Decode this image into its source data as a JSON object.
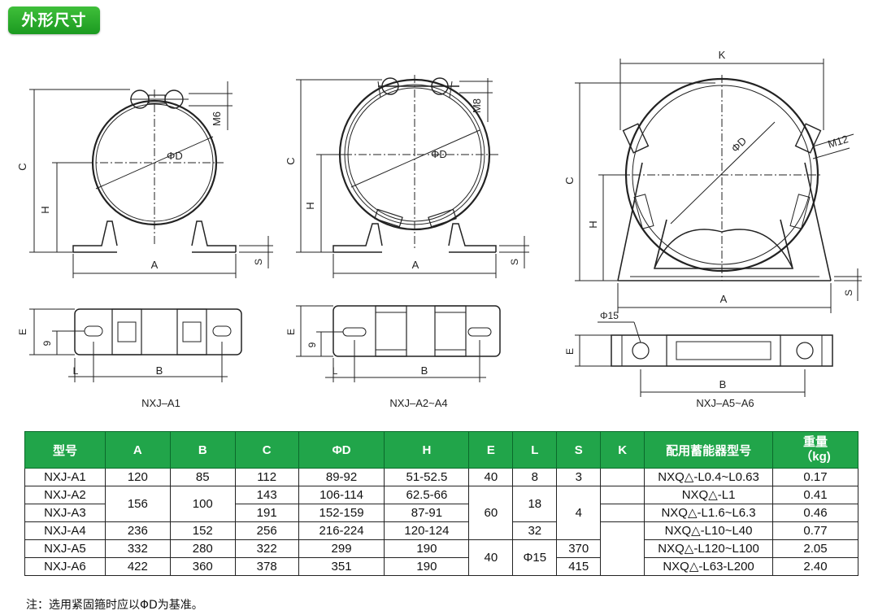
{
  "section_title": "外形尺寸",
  "drawings": {
    "a1": {
      "caption": "NXJ–A1",
      "labels": {
        "c": "C",
        "h": "H",
        "a": "A",
        "s": "S",
        "m": "M6",
        "d": "ΦD",
        "e": "E",
        "nine": "9",
        "l": "L",
        "b": "B"
      }
    },
    "a2": {
      "caption": "NXJ–A2~A4",
      "labels": {
        "c": "C",
        "h": "H",
        "a": "A",
        "s": "S",
        "m": "M8",
        "d": "ΦD",
        "e": "E",
        "nine": "9",
        "l": "L",
        "b": "B"
      }
    },
    "a5": {
      "caption": "NXJ–A5~A6",
      "labels": {
        "k": "K",
        "c": "C",
        "h": "H",
        "a": "A",
        "s": "S",
        "m": "M12",
        "d": "ΦD",
        "e": "E",
        "phi15": "Φ15",
        "b": "B"
      }
    }
  },
  "table": {
    "headers": [
      "型号",
      "A",
      "B",
      "C",
      "ΦD",
      "H",
      "E",
      "L",
      "S",
      "K",
      "配用蓄能器型号",
      "重量\n（kg)"
    ],
    "rows": {
      "r1": {
        "model": "NXJ-A1",
        "a": "120",
        "b": "85",
        "c": "112",
        "d": "89-92",
        "h": "51-52.5",
        "e": "40",
        "l": "8",
        "s": "3",
        "k": "",
        "acc": "NXQ△-L0.4~L0.63",
        "w": "0.17"
      },
      "r2": {
        "model": "NXJ-A2",
        "c": "143",
        "d": "106-114",
        "h": "62.5-66",
        "acc": "NXQ△-L1",
        "w": "0.41"
      },
      "r3": {
        "model": "NXJ-A3",
        "c": "191",
        "d": "152-159",
        "h": "87-91",
        "acc": "NXQ△-L1.6~L6.3",
        "w": "0.46"
      },
      "r4": {
        "model": "NXJ-A4",
        "a": "236",
        "b": "152",
        "c": "256",
        "d": "216-224",
        "h": "120-124",
        "l": "32",
        "acc": "NXQ△-L10~L40",
        "w": "0.77"
      },
      "r5": {
        "model": "NXJ-A5",
        "a": "332",
        "b": "280",
        "c": "322",
        "d": "299",
        "h": "190",
        "k": "370",
        "acc": "NXQ△-L120~L100",
        "w": "2.05"
      },
      "r6": {
        "model": "NXJ-A6",
        "a": "422",
        "b": "360",
        "c": "378",
        "d": "351",
        "h": "190",
        "k": "415",
        "acc": "NXQ△-L63-L200",
        "w": "2.40"
      }
    },
    "merged": {
      "a_23": "156",
      "b_23": "100",
      "e_234": "60",
      "l_23": "18",
      "s_234": "4",
      "e_56": "40",
      "l_56": "Φ15"
    }
  },
  "note": "注：选用紧固箍时应以ΦD为基准。"
}
